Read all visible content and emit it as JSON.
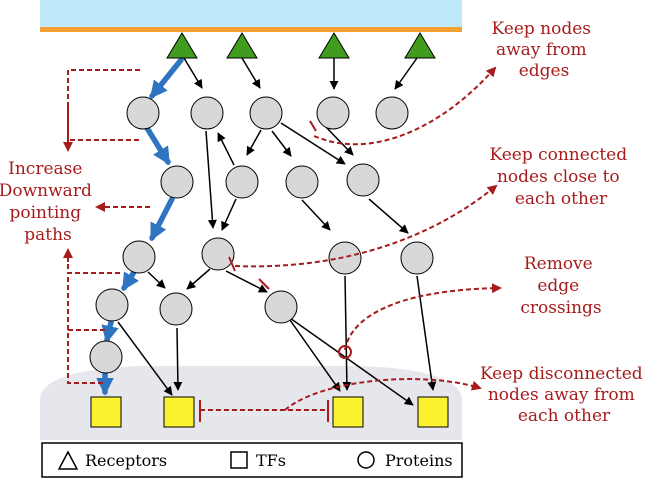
{
  "colors": {
    "membrane_fill": "#bfe9f8",
    "membrane_line": "#f5a033",
    "nucleus": "#e6e7ec",
    "receptor": "#3f9c1e",
    "protein": "#d8d8d8",
    "tf": "#fcf12f",
    "edge": "#000000",
    "path": "#2f74c0",
    "annotation": "#a61c1c"
  },
  "annotations": {
    "keep_away_edges": [
      "Keep nodes",
      "away from",
      "edges"
    ],
    "keep_connected": [
      "Keep connected",
      "nodes close to",
      "each other"
    ],
    "remove_crossings": [
      "Remove",
      "edge",
      "crossings"
    ],
    "keep_disconnected": [
      "Keep disconnected",
      "nodes away from",
      "each other"
    ],
    "increase_downward": [
      "Increase",
      "Downward",
      "pointing",
      "paths"
    ]
  },
  "legend": {
    "receptors": "Receptors",
    "tfs": "TFs",
    "proteins": "Proteins"
  },
  "legend_icons": [
    "triangle-icon",
    "square-icon",
    "circle-icon"
  ]
}
